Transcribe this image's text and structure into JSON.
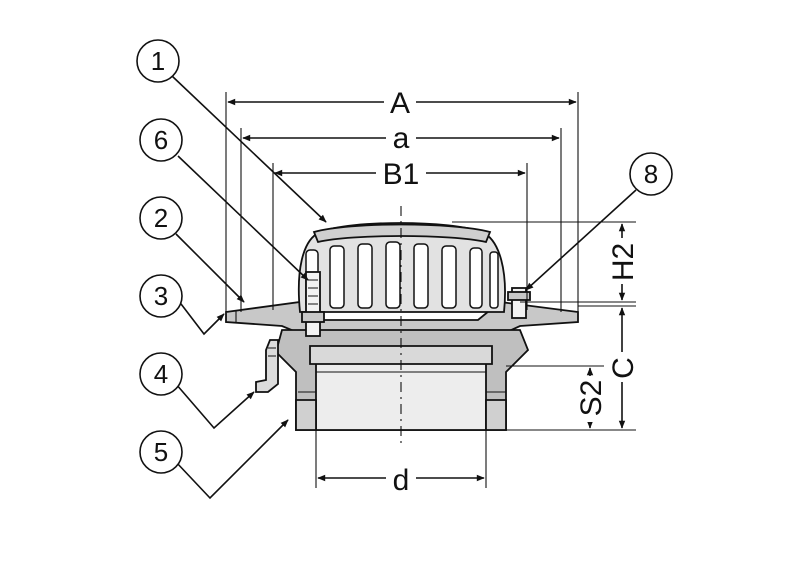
{
  "callouts": [
    {
      "number": "1"
    },
    {
      "number": "6"
    },
    {
      "number": "2"
    },
    {
      "number": "3"
    },
    {
      "number": "4"
    },
    {
      "number": "5"
    },
    {
      "number": "8"
    }
  ],
  "dimensions": {
    "A": "A",
    "a": "a",
    "B1": "B1",
    "H2": "H2",
    "C": "C",
    "S2": "S2",
    "d": "d"
  },
  "colors": {
    "line": "#111111",
    "cast_body": "#bfbfbf",
    "cast_light": "#e2e2e2",
    "background": "#ffffff"
  }
}
